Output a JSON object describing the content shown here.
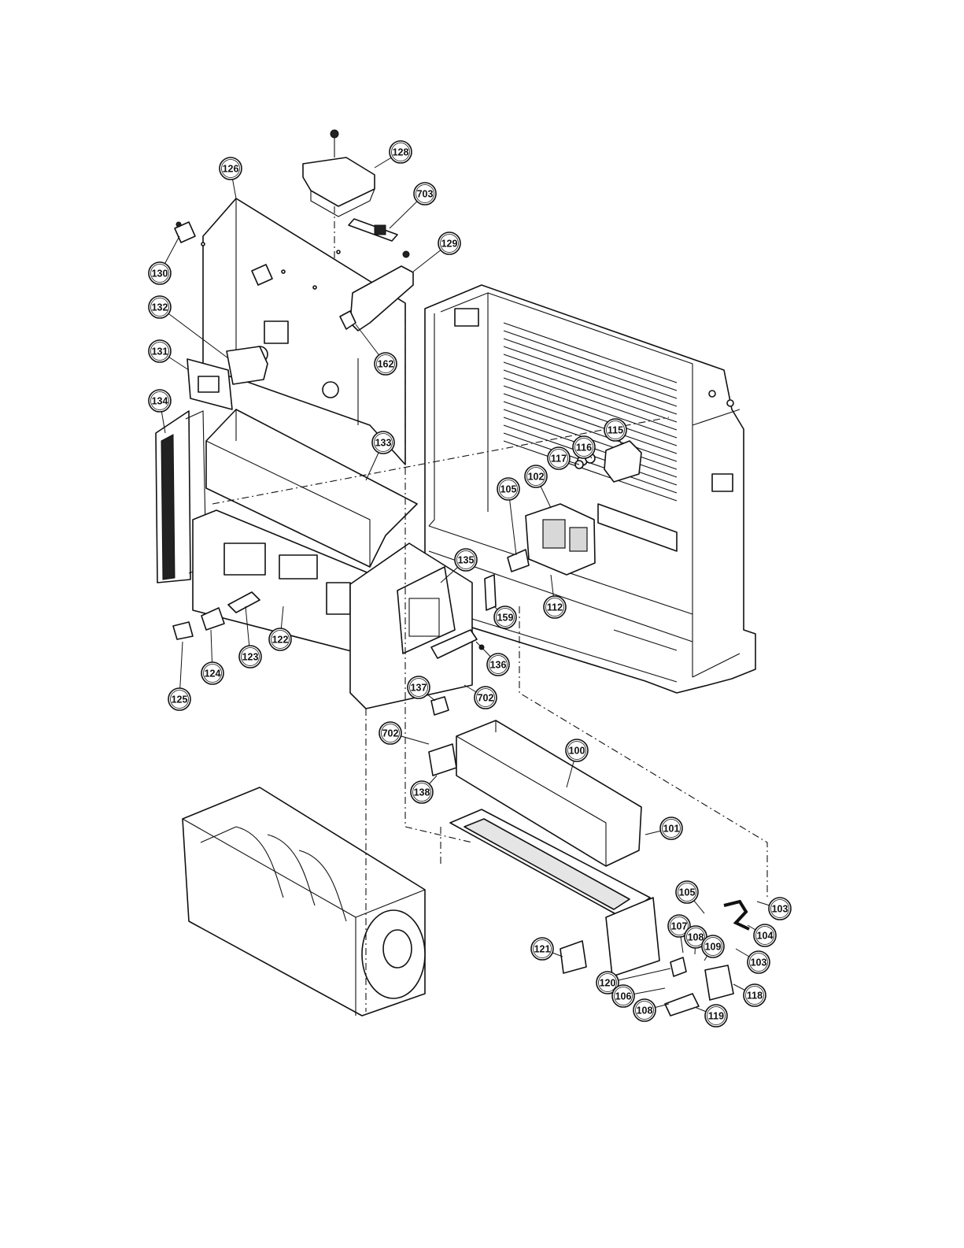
{
  "callouts": [
    {
      "id": "c128",
      "label": "128"
    },
    {
      "id": "c126",
      "label": "126"
    },
    {
      "id": "c703",
      "label": "703"
    },
    {
      "id": "c129",
      "label": "129"
    },
    {
      "id": "c130",
      "label": "130"
    },
    {
      "id": "c132",
      "label": "132"
    },
    {
      "id": "c131",
      "label": "131"
    },
    {
      "id": "c162",
      "label": "162"
    },
    {
      "id": "c134",
      "label": "134"
    },
    {
      "id": "c133",
      "label": "133"
    },
    {
      "id": "c115",
      "label": "115"
    },
    {
      "id": "c116",
      "label": "116"
    },
    {
      "id": "c117",
      "label": "117"
    },
    {
      "id": "c102",
      "label": "102"
    },
    {
      "id": "c105a",
      "label": "105"
    },
    {
      "id": "c135",
      "label": "135"
    },
    {
      "id": "c112",
      "label": "112"
    },
    {
      "id": "c159",
      "label": "159"
    },
    {
      "id": "c122",
      "label": "122"
    },
    {
      "id": "c123",
      "label": "123"
    },
    {
      "id": "c124",
      "label": "124"
    },
    {
      "id": "c125",
      "label": "125"
    },
    {
      "id": "c136",
      "label": "136"
    },
    {
      "id": "c137",
      "label": "137"
    },
    {
      "id": "c702a",
      "label": "702"
    },
    {
      "id": "c702b",
      "label": "702"
    },
    {
      "id": "c100",
      "label": "100"
    },
    {
      "id": "c138",
      "label": "138"
    },
    {
      "id": "c101",
      "label": "101"
    },
    {
      "id": "c105b",
      "label": "105"
    },
    {
      "id": "c103a",
      "label": "103"
    },
    {
      "id": "c104",
      "label": "104"
    },
    {
      "id": "c107",
      "label": "107"
    },
    {
      "id": "c108a",
      "label": "108"
    },
    {
      "id": "c109",
      "label": "109"
    },
    {
      "id": "c103b",
      "label": "103"
    },
    {
      "id": "c121",
      "label": "121"
    },
    {
      "id": "c120",
      "label": "120"
    },
    {
      "id": "c106",
      "label": "106"
    },
    {
      "id": "c118",
      "label": "118"
    },
    {
      "id": "c108b",
      "label": "108"
    },
    {
      "id": "c119",
      "label": "119"
    }
  ]
}
